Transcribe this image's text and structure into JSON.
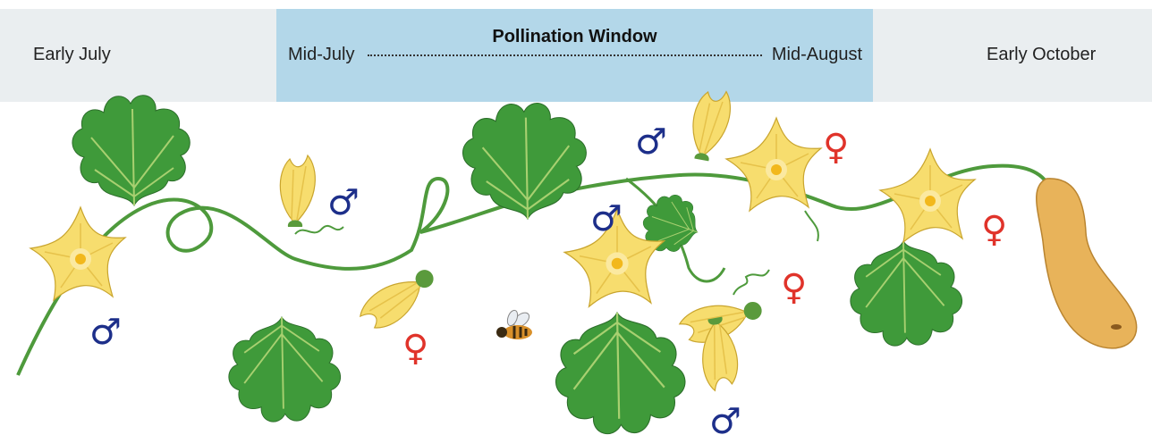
{
  "timeline": {
    "start_label": "Early July",
    "end_label": "Early October",
    "window": {
      "title": "Pollination Window",
      "start_label": "Mid-July",
      "end_label": "Mid-August"
    }
  },
  "sex_symbols": {
    "male": "♂",
    "female": "♀"
  },
  "colors": {
    "male_symbol": "#1d2f8a",
    "female_symbol": "#e0332a",
    "leaf": "#3f9a3a",
    "leaf_vein": "#a8d070",
    "vine": "#4e9a3c",
    "flower_petal": "#f7dd6e",
    "flower_center": "#f2b81c",
    "squash": "#e8b35a",
    "pollination_band": "#b3d7e9",
    "timeline_band": "#eaeef0"
  }
}
